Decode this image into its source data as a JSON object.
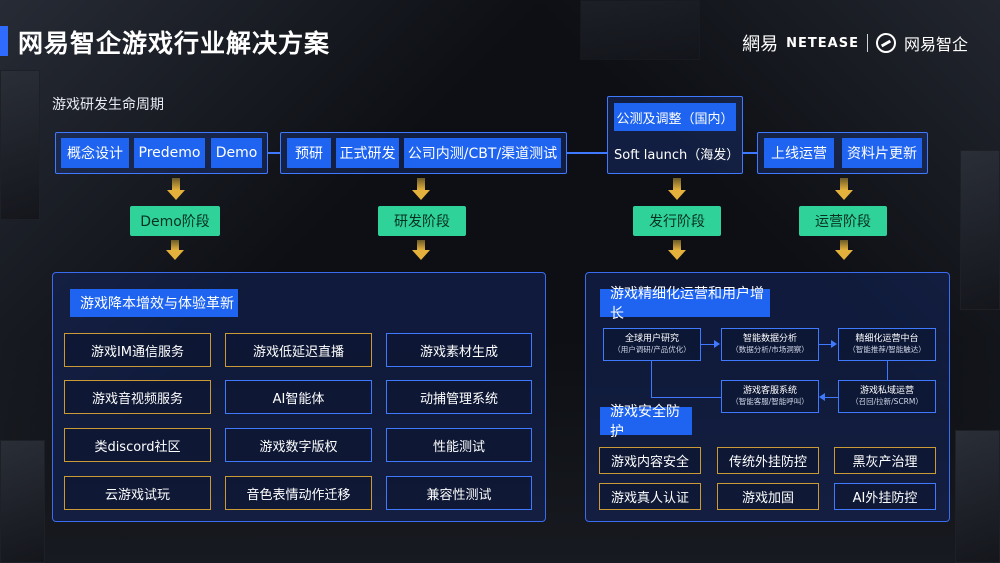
{
  "header": {
    "title": "网易智企游戏行业解决方案",
    "logo_cn": "網易",
    "logo_en": "NETEASE",
    "logo_brand": "网易智企"
  },
  "lifecycle": {
    "title": "游戏研发生命周期",
    "group1": [
      "概念设计",
      "Predemo",
      "Demo"
    ],
    "group2": [
      "预研",
      "正式研发",
      "公司内测/CBT/渠道测试"
    ],
    "group3_top": "公测及调整（国内）",
    "group3_bottom": "Soft launch（海发）",
    "group4": [
      "上线运营",
      "资料片更新"
    ],
    "stages": [
      "Demo阶段",
      "研发阶段",
      "发行阶段",
      "运营阶段"
    ]
  },
  "left_panel": {
    "title": "游戏降本增效与体验革新",
    "cells": [
      "游戏IM通信服务",
      "游戏低延迟直播",
      "游戏素材生成",
      "游戏音视频服务",
      "AI智能体",
      "动捕管理系统",
      "类discord社区",
      "游戏数字版权",
      "性能测试",
      "云游戏试玩",
      "音色表情动作迁移",
      "兼容性测试"
    ]
  },
  "right_panel": {
    "title": "游戏精细化运营和用户增长",
    "flow": [
      {
        "title": "全球用户研究",
        "sub": "（用户调研/产品优化）"
      },
      {
        "title": "智能数据分析",
        "sub": "（数据分析/市场洞察）"
      },
      {
        "title": "精细化运营中台",
        "sub": "（智能推荐/智能触达）"
      },
      {
        "title": "游戏客服系统",
        "sub": "（智能客服/智能呼叫）"
      },
      {
        "title": "游戏私域运营",
        "sub": "（召回/拉新/SCRM）"
      }
    ],
    "security_title": "游戏安全防护",
    "security": [
      "游戏内容安全",
      "传统外挂防控",
      "黑灰产治理",
      "游戏真人认证",
      "游戏加固",
      "AI外挂防控"
    ]
  }
}
